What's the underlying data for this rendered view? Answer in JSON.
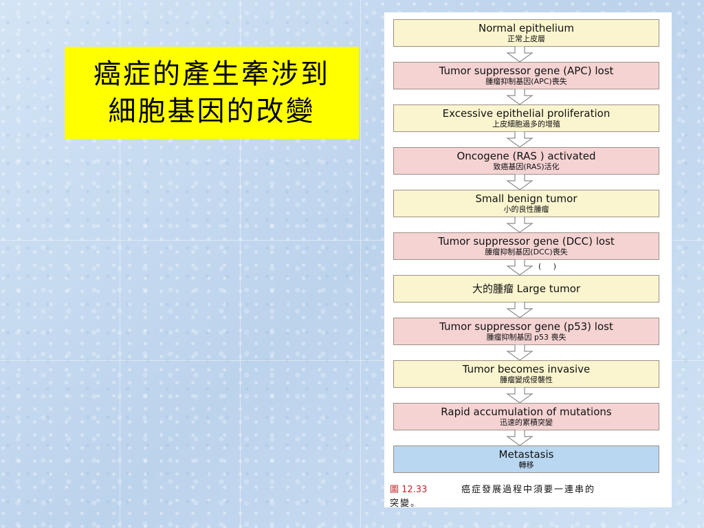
{
  "slide": {
    "title": "癌症的產生牽涉到\n細胞基因的改變"
  },
  "figure": {
    "steps": [
      {
        "en": "Normal epithelium",
        "zh": "正常上皮層",
        "color": "yellow"
      },
      {
        "en": "Tumor suppressor gene (APC) lost",
        "zh": "腫瘤抑制基因(APC)喪失",
        "color": "pink"
      },
      {
        "en": "Excessive epithelial proliferation",
        "zh": "上皮細胞過多的增殖",
        "color": "yellow"
      },
      {
        "en": "Oncogene (RAS ) activated",
        "zh": "致癌基因(RAS)活化",
        "color": "pink"
      },
      {
        "en": "Small benign tumor",
        "zh": "小的良性腫瘤",
        "color": "yellow"
      },
      {
        "en": "Tumor suppressor gene (DCC) lost",
        "zh": "腫瘤抑制基因(DCC)喪失",
        "color": "pink"
      },
      {
        "en": "大的腫瘤 Large tumor",
        "zh": "",
        "color": "yellow"
      },
      {
        "en": "Tumor suppressor gene (p53) lost",
        "zh": "腫瘤抑制基因 p53 喪失",
        "color": "pink"
      },
      {
        "en": "Tumor becomes invasive",
        "zh": "腫瘤變成侵襲性",
        "color": "yellow"
      },
      {
        "en": "Rapid accumulation of mutations",
        "zh": "迅速的累積突變",
        "color": "pink"
      },
      {
        "en": "Metastasis",
        "zh": "轉移",
        "color": "blue"
      }
    ],
    "arrow_note": "(     )",
    "caption_number": "圖 12.33",
    "caption_line1": "癌症發展過程中須要一連串的",
    "caption_line2": "突變。"
  },
  "colors": {
    "title_bg": "#ffff00",
    "step_yellow": "#fbf5cf",
    "step_pink": "#f5d3d3",
    "step_blue": "#b9d7f1",
    "caption_number": "#c0282d"
  }
}
